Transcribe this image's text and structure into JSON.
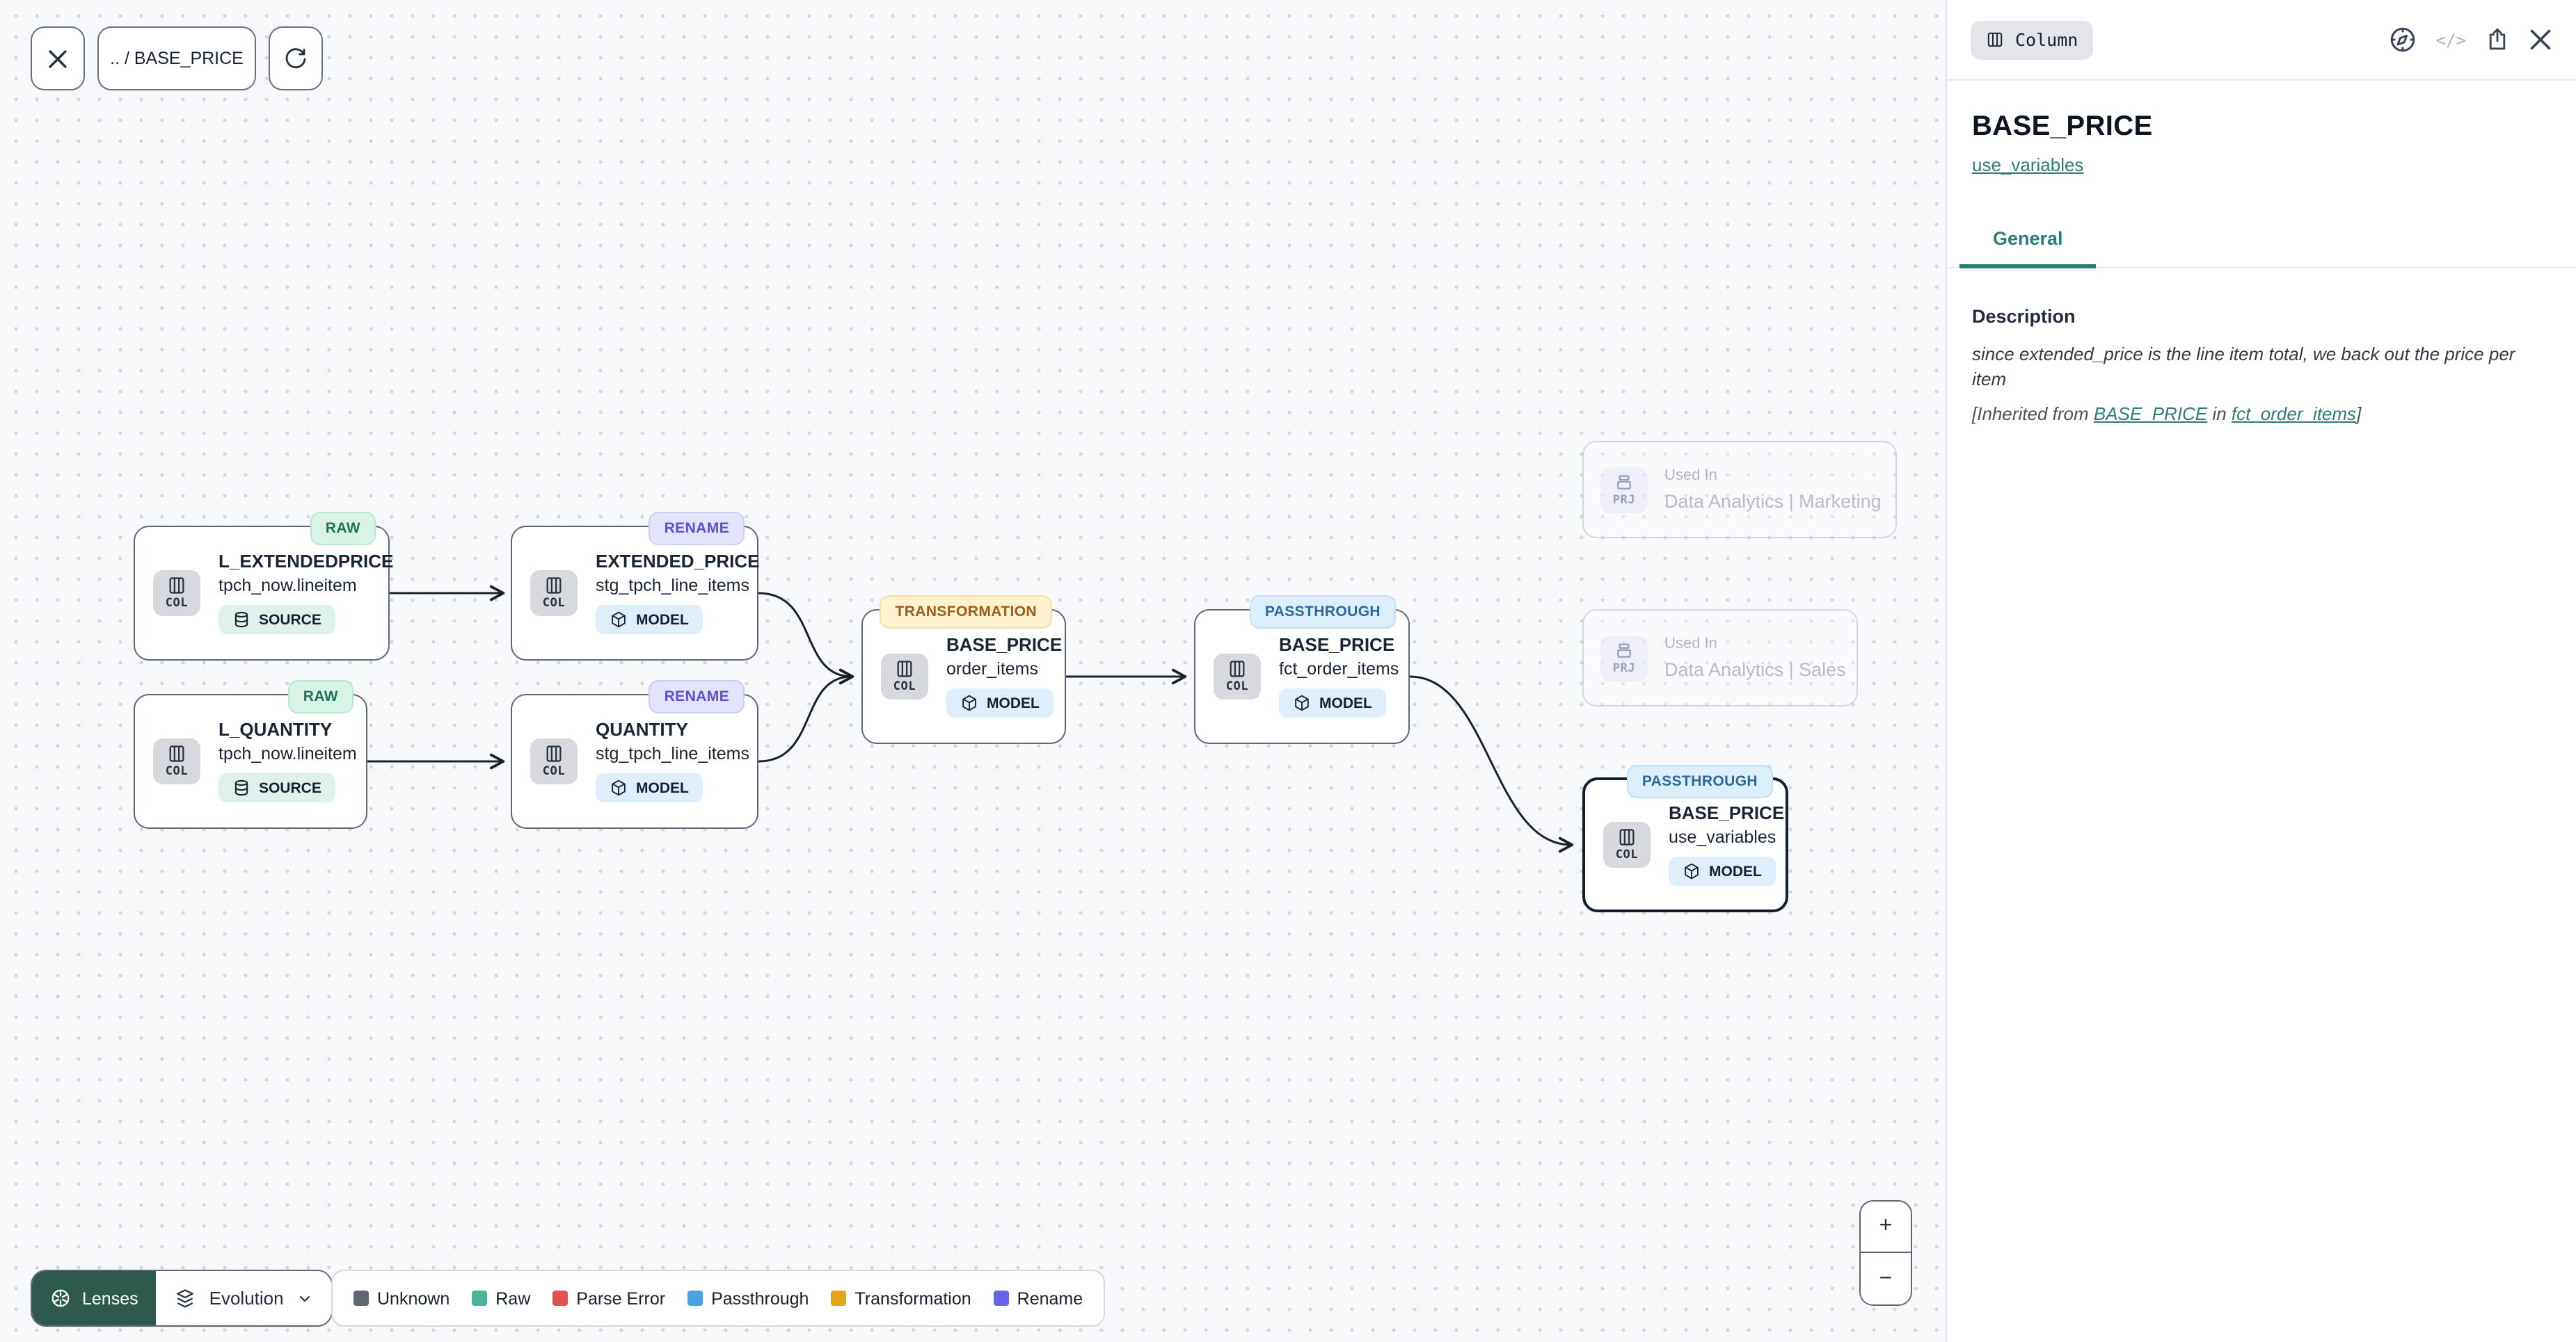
{
  "toolbar": {
    "breadcrumb": ".. / BASE_PRICE"
  },
  "canvas": {
    "nodes": [
      {
        "lens": "RAW",
        "title": "L_EXTENDEDPRICE",
        "subtitle": "tpch_now.lineitem",
        "kind": "COL",
        "chip": "SOURCE",
        "selected": false
      },
      {
        "lens": "RAW",
        "title": "L_QUANTITY",
        "subtitle": "tpch_now.lineitem",
        "kind": "COL",
        "chip": "SOURCE",
        "selected": false
      },
      {
        "lens": "RENAME",
        "title": "EXTENDED_PRICE",
        "subtitle": "stg_tpch_line_items",
        "kind": "COL",
        "chip": "MODEL",
        "selected": false
      },
      {
        "lens": "RENAME",
        "title": "QUANTITY",
        "subtitle": "stg_tpch_line_items",
        "kind": "COL",
        "chip": "MODEL",
        "selected": false
      },
      {
        "lens": "TRANSFORMATION",
        "title": "BASE_PRICE",
        "subtitle": "order_items",
        "kind": "COL",
        "chip": "MODEL",
        "selected": false
      },
      {
        "lens": "PASSTHROUGH",
        "title": "BASE_PRICE",
        "subtitle": "fct_order_items",
        "kind": "COL",
        "chip": "MODEL",
        "selected": false
      },
      {
        "lens": "PASSTHROUGH",
        "title": "BASE_PRICE",
        "subtitle": "use_variables",
        "kind": "COL",
        "chip": "MODEL",
        "selected": true
      }
    ],
    "ghosts": [
      {
        "kind": "PRJ",
        "label": "Used In",
        "name": "Data Analytics | Marketing"
      },
      {
        "kind": "PRJ",
        "label": "Used In",
        "name": "Data Analytics | Sales"
      }
    ],
    "lens_styles": {
      "RAW": {
        "bg": "#d9f4e7",
        "fg": "#1e7359",
        "border": "#b4e8d2"
      },
      "RENAME": {
        "bg": "#e4e3fc",
        "fg": "#5a50d8",
        "border": "#ccccf6"
      },
      "TRANSFORMATION": {
        "bg": "#fdf2cd",
        "fg": "#9f5a1e",
        "border": "#f2e3a4"
      },
      "PASSTHROUGH": {
        "bg": "#ddeefb",
        "fg": "#2d689a",
        "border": "#c2dff4"
      }
    },
    "chip_styles": {
      "SOURCE": {
        "bg": "#def1ea"
      },
      "MODEL": {
        "bg": "#deeefb"
      }
    },
    "legend": [
      {
        "label": "Unknown",
        "color": "#60666f"
      },
      {
        "label": "Raw",
        "color": "#4cb39b"
      },
      {
        "label": "Parse Error",
        "color": "#de5350"
      },
      {
        "label": "Passthrough",
        "color": "#4aa2e2"
      },
      {
        "label": "Transformation",
        "color": "#e6a31f"
      },
      {
        "label": "Rename",
        "color": "#6a64e8"
      }
    ],
    "lenses_label": "Lenses",
    "lens_selected": "Evolution",
    "zoom_in": "+",
    "zoom_out": "−"
  },
  "panel": {
    "chip": "Column",
    "code_glyph": "</>",
    "title": "BASE_PRICE",
    "model_link": "use_variables",
    "tab": "General",
    "description_label": "Description",
    "description_text": "since extended_price is the line item total, we back out the price per item",
    "inherited": {
      "prefix": "[Inherited from ",
      "link_column": "BASE_PRICE",
      "middle": " in ",
      "link_model": "fct_order_items",
      "suffix": "]"
    }
  }
}
